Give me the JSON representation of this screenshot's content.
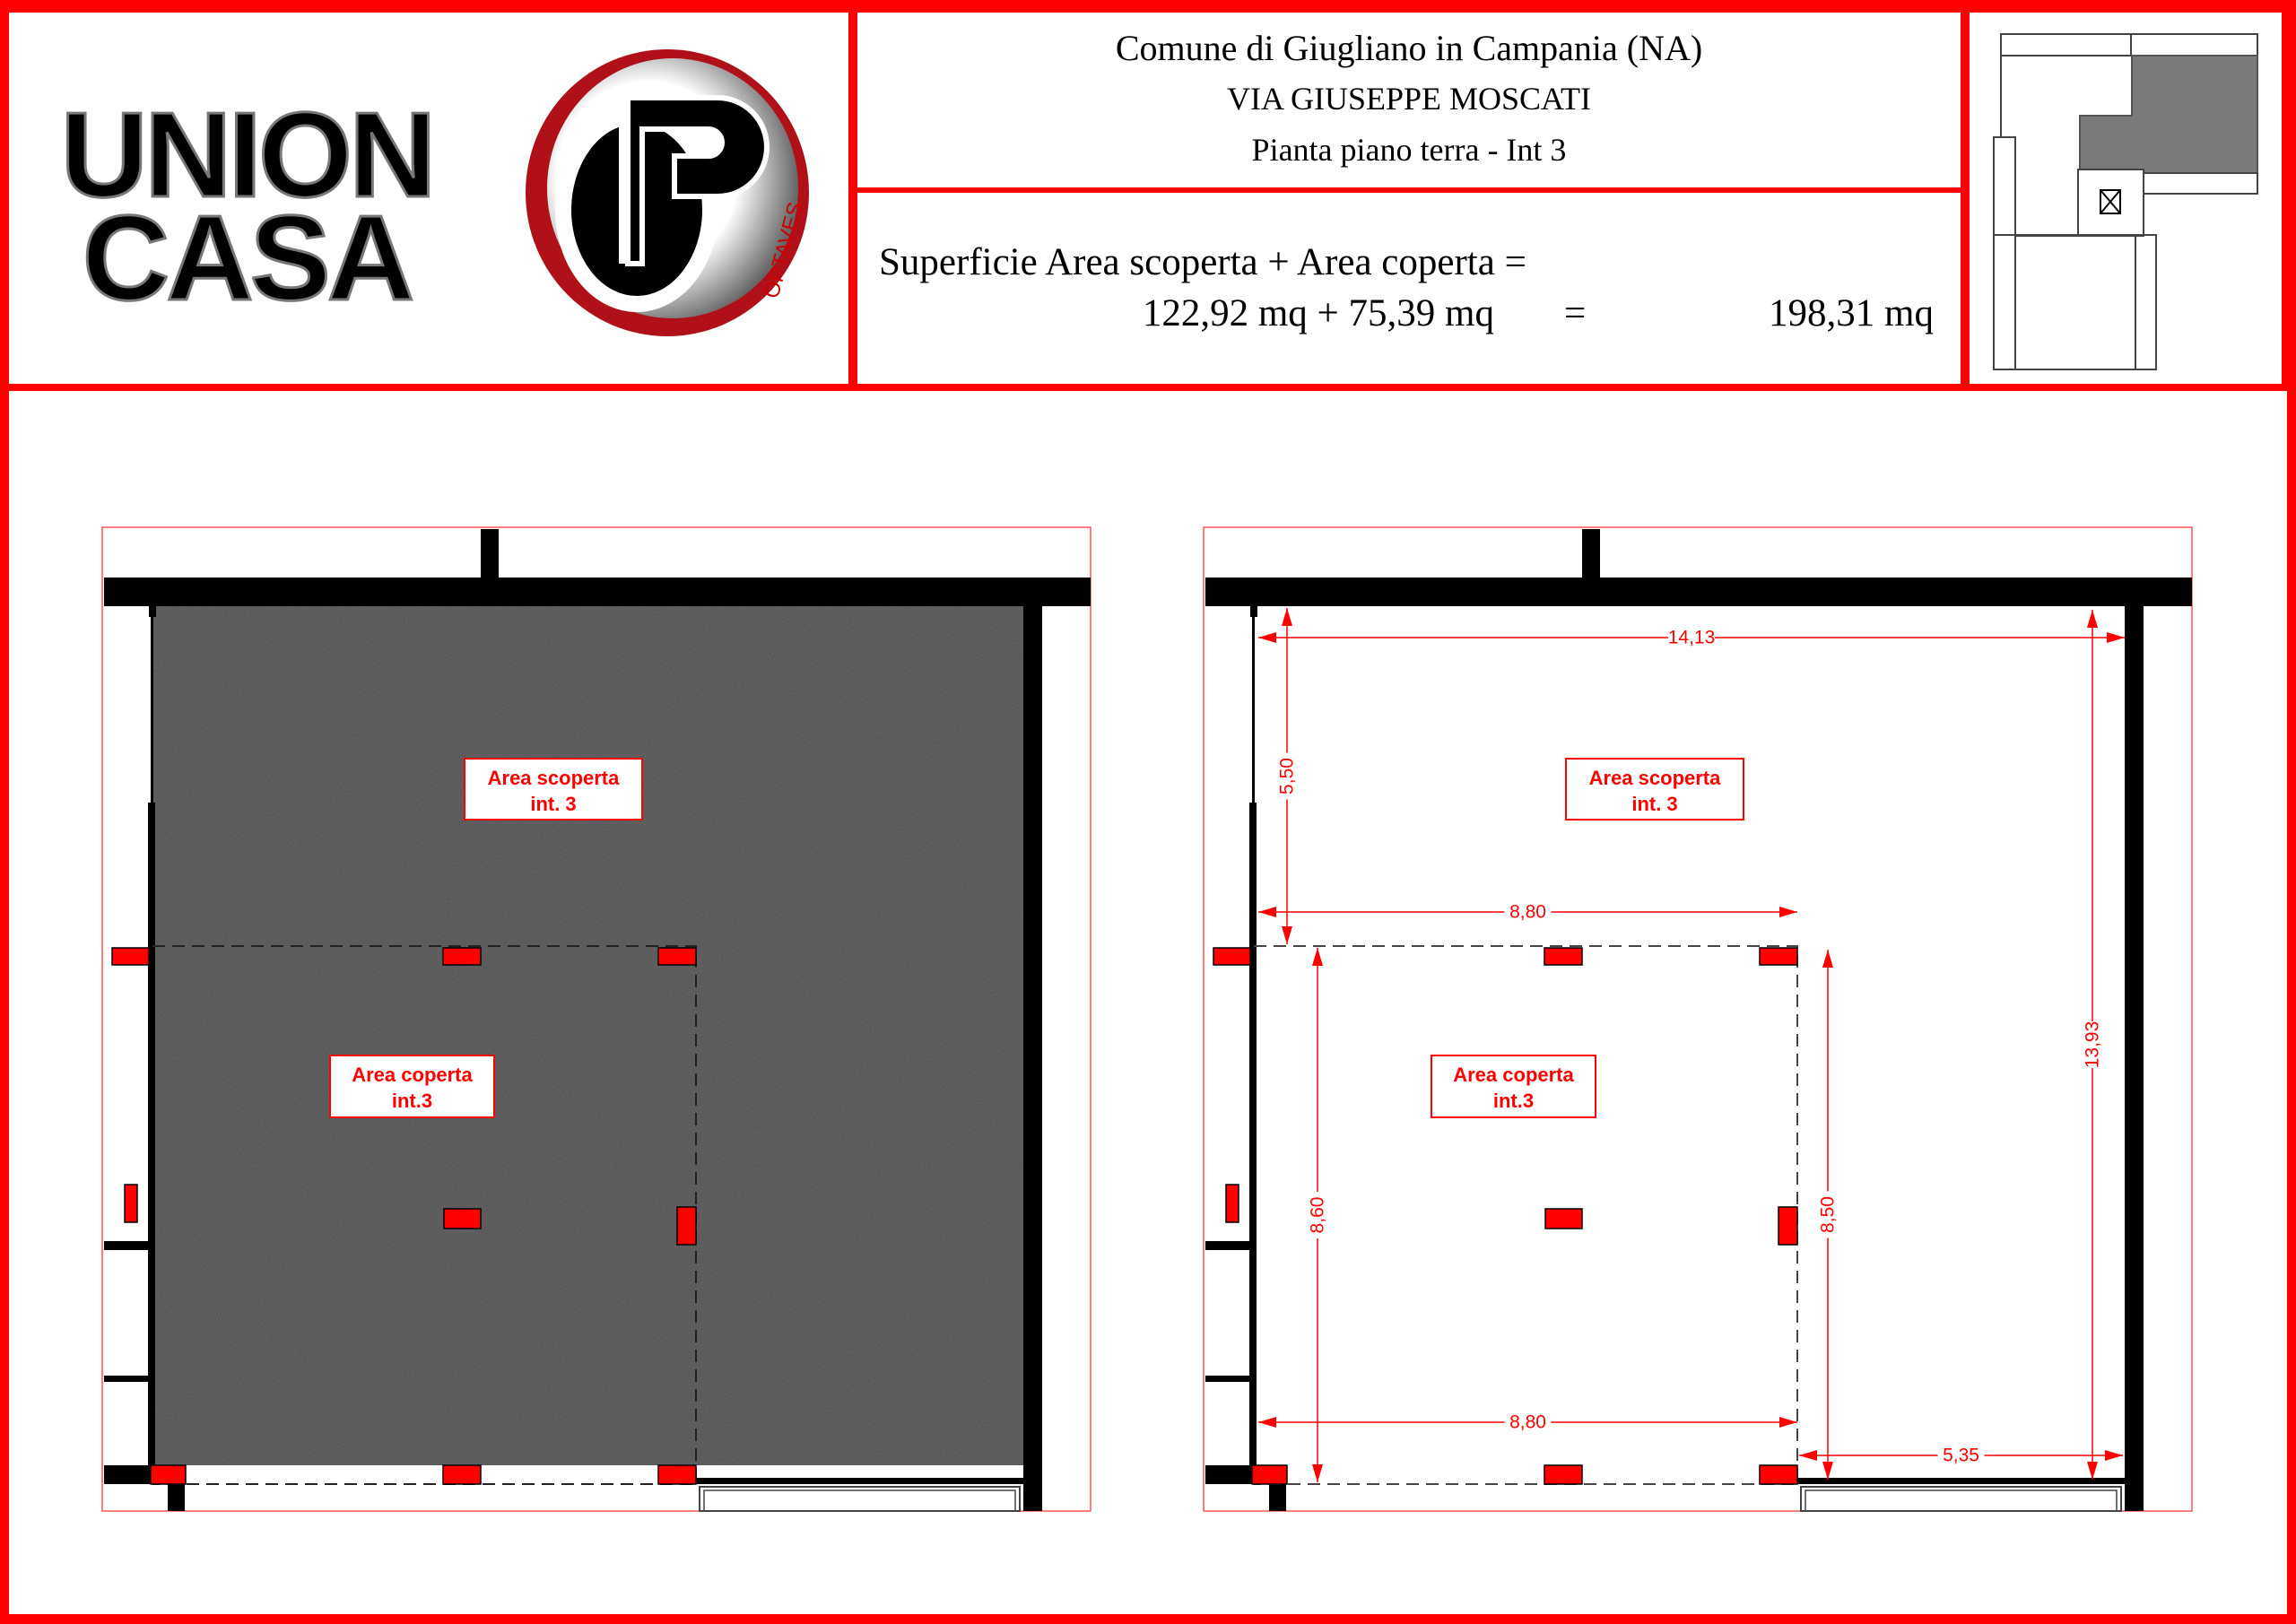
{
  "header": {
    "municipality": "Comune di Giugliano in Campania (NA)",
    "street": "VIA GIUSEPPE MOSCATI",
    "floor_plan": "Pianta piano terra - Int 3"
  },
  "area": {
    "formula_label": "Superficie Area scoperta + Area coperta =",
    "values_line": "122,92 mq + 75,39 mq",
    "equals": "=",
    "total": "198,31 mq"
  },
  "logos": {
    "union_line1": "UNION",
    "union_line2": "CASA",
    "optaves": "OPTAVES"
  },
  "plans": {
    "uncovered_label": "Area scoperta",
    "uncovered_unit": "int. 3",
    "covered_label": "Area coperta",
    "covered_unit": "int.3",
    "dimensions": {
      "total_width": "14,13",
      "uncovered_depth": "5,50",
      "covered_width_top": "8,80",
      "covered_depth_left": "8,60",
      "covered_depth_right": "8,50",
      "total_depth": "13,93",
      "covered_width_bottom": "8,80",
      "side_width": "5,35"
    }
  },
  "colors": {
    "frame": "#ff0000",
    "wall": "#000000",
    "pavement": "#4d4d4d",
    "dimension": "#ff0000"
  }
}
